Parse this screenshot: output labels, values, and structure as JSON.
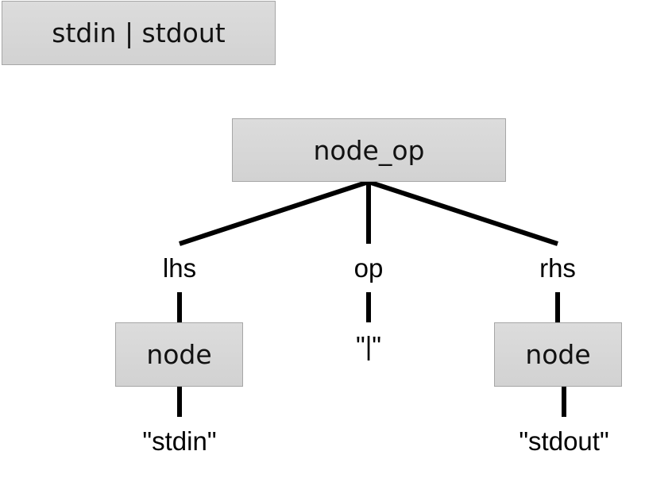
{
  "expression": "stdin | stdout",
  "root": {
    "label": "node_op"
  },
  "branches": {
    "lhs": {
      "field": "lhs",
      "node_label": "node",
      "value": "\"stdin\""
    },
    "op": {
      "field": "op",
      "value": "\"|\""
    },
    "rhs": {
      "field": "rhs",
      "node_label": "node",
      "value": "\"stdout\""
    }
  },
  "colors": {
    "box_fill": "#d6d6d6",
    "box_border": "#a6a6a6",
    "edge": "#000000"
  }
}
